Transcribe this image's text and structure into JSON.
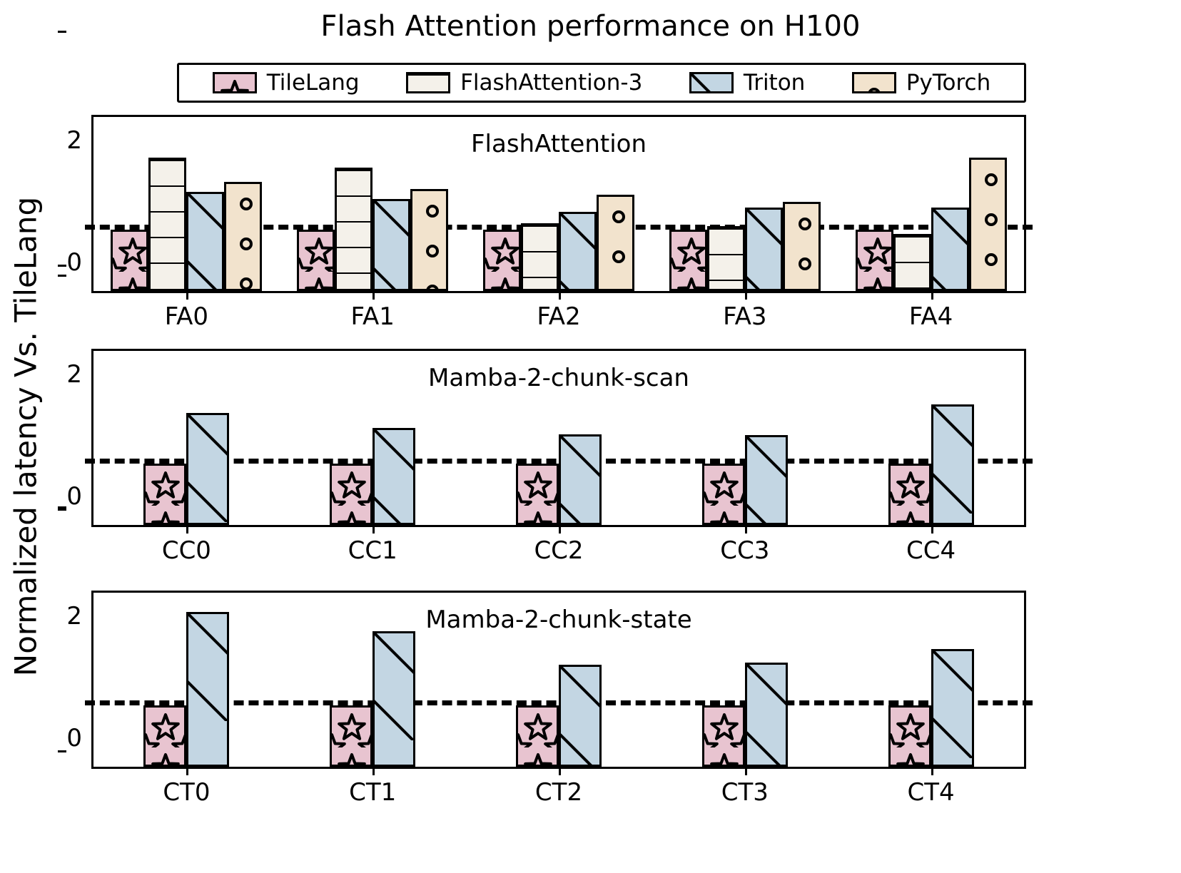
{
  "title": "Flash Attention performance on H100",
  "axis": {
    "ylabel": "Normalized latency Vs. TileLang",
    "yticks": [
      "0",
      "2"
    ],
    "ytick_values": [
      0,
      2
    ],
    "ylim": [
      0,
      2.85
    ],
    "reference_line": 1.0
  },
  "legend": {
    "position": "upper-center",
    "items": [
      {
        "label": "TileLang",
        "color": "#e8c4d0",
        "hatch": "star"
      },
      {
        "label": "FlashAttention-3",
        "color": "#f4f1ea",
        "hatch": "horizontal-line"
      },
      {
        "label": "Triton",
        "color": "#c3d6e3",
        "hatch": "diagonal-line"
      },
      {
        "label": "PyTorch",
        "color": "#f2e3cd",
        "hatch": "circle"
      }
    ]
  },
  "chart_data": {
    "type": "bar",
    "title": "Flash Attention performance on H100",
    "xlabel": "",
    "ylabel": "Normalized latency Vs. TileLang",
    "ylim": [
      0,
      2.85
    ],
    "yticks": [
      0,
      2
    ],
    "grid": false,
    "reference_line": 1.0,
    "legend_position": "upper-center",
    "subplots": [
      {
        "title": "FlashAttention",
        "categories": [
          "FA0",
          "FA1",
          "FA2",
          "FA3",
          "FA4"
        ],
        "series": [
          {
            "name": "TileLang",
            "color": "#e8c4d0",
            "hatch": "star",
            "values": [
              1.0,
              1.0,
              1.0,
              1.0,
              1.0
            ]
          },
          {
            "name": "FlashAttention-3",
            "color": "#f4f1ea",
            "hatch": "horizontal-line",
            "values": [
              2.18,
              2.02,
              1.11,
              1.06,
              0.94
            ]
          },
          {
            "name": "Triton",
            "color": "#c3d6e3",
            "hatch": "diagonal-line",
            "values": [
              1.62,
              1.51,
              1.3,
              1.37,
              1.37
            ]
          },
          {
            "name": "PyTorch",
            "color": "#f2e3cd",
            "hatch": "circle",
            "values": [
              1.79,
              1.67,
              1.58,
              1.46,
              2.18
            ]
          }
        ]
      },
      {
        "title": "Mamba-2-chunk-scan",
        "categories": [
          "CC0",
          "CC1",
          "CC2",
          "CC3",
          "CC4"
        ],
        "series": [
          {
            "name": "TileLang",
            "color": "#e8c4d0",
            "hatch": "star",
            "values": [
              1.0,
              1.0,
              1.0,
              1.0,
              1.0
            ]
          },
          {
            "name": "Triton",
            "color": "#c3d6e3",
            "hatch": "diagonal-line",
            "values": [
              1.83,
              1.59,
              1.48,
              1.47,
              1.97
            ]
          }
        ]
      },
      {
        "title": "Mamba-2-chunk-state",
        "categories": [
          "CT0",
          "CT1",
          "CT2",
          "CT3",
          "CT4"
        ],
        "series": [
          {
            "name": "TileLang",
            "color": "#e8c4d0",
            "hatch": "star",
            "values": [
              1.0,
              1.0,
              1.0,
              1.0,
              1.0
            ]
          },
          {
            "name": "Triton",
            "color": "#c3d6e3",
            "hatch": "diagonal-line",
            "values": [
              2.53,
              2.22,
              1.67,
              1.7,
              1.93
            ]
          }
        ]
      }
    ]
  }
}
